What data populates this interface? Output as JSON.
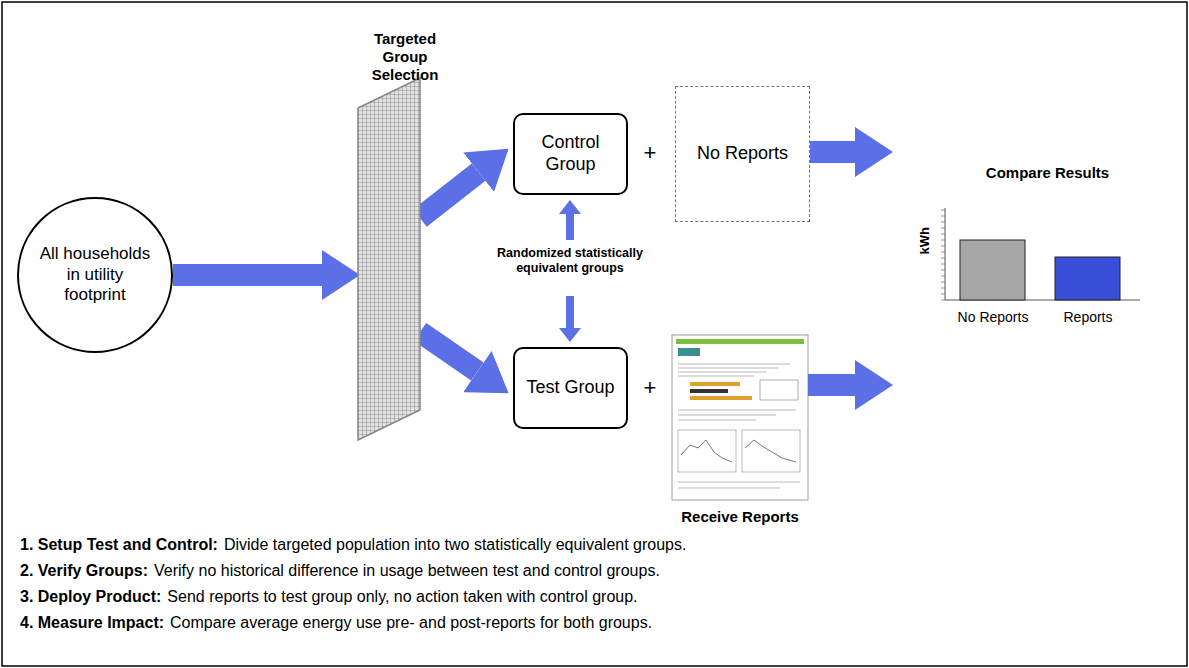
{
  "diagram": {
    "nodes": [
      {
        "text": [
          "All households in utility footprint"
        ]
      },
      {
        "text": [
          "Targeted Group Selection"
        ]
      },
      {
        "text": [
          "Control Group"
        ]
      },
      {
        "text": [
          "No Reports"
        ]
      },
      {
        "text": [
          "Test Group"
        ]
      },
      {
        "text": [
          "Receive Reports"
        ]
      },
      {
        "text": [
          "Compare Results"
        ]
      }
    ],
    "edges": [
      {
        "from": 0,
        "to": 1,
        "arrow": "to"
      },
      {
        "from": 1,
        "to": 2,
        "arrow": "to"
      },
      {
        "from": 1,
        "to": 4,
        "arrow": "to"
      },
      {
        "from": 3,
        "to": 6,
        "arrow": "to"
      },
      {
        "from": 5,
        "to": 6,
        "arrow": "to"
      }
    ],
    "labels": [
      "+",
      "+",
      "Randomized statistically equivalent groups",
      "kWh",
      "No Reports",
      "Reports",
      "1. Setup Test and Control:",
      "Divide targeted population into two statistically equivalent groups.",
      "2. Verify Groups:",
      "Verify no historical difference in usage between test and control groups.",
      "3. Deploy Product:",
      "Send reports to test group only, no action taken with control group.",
      "4. Measure Impact:",
      "Compare average energy use pre- and post-reports for both groups."
    ]
  }
}
